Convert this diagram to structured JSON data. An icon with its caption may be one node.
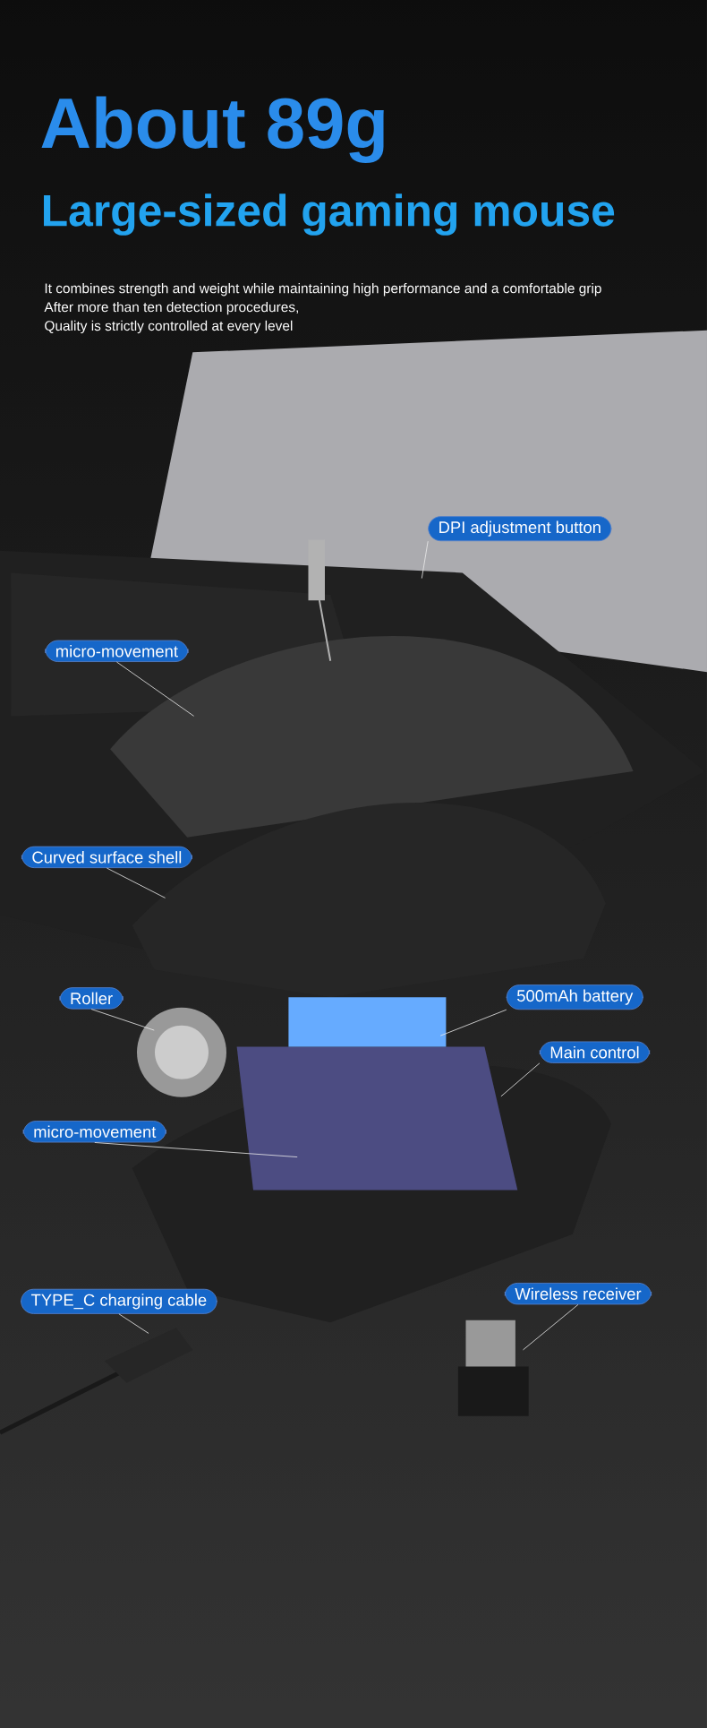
{
  "diagram": {
    "title": "About 89g",
    "nodes": [
      {
        "text": [
          "DPI adjustment button"
        ]
      },
      {
        "text": [
          "micro-movement"
        ]
      },
      {
        "text": [
          "Curved surface shell"
        ]
      },
      {
        "text": [
          "Roller"
        ]
      },
      {
        "text": [
          "500mAh battery"
        ]
      },
      {
        "text": [
          "Main control"
        ]
      },
      {
        "text": [
          "micro-movement"
        ]
      },
      {
        "text": [
          "TYPE_C charging cable"
        ]
      },
      {
        "text": [
          "Wireless receiver"
        ]
      }
    ],
    "edges": [
      {
        "from": 0,
        "to": null,
        "arrow": "none"
      },
      {
        "from": 1,
        "to": null,
        "arrow": "none"
      },
      {
        "from": 2,
        "to": null,
        "arrow": "none"
      },
      {
        "from": 3,
        "to": null,
        "arrow": "none"
      },
      {
        "from": 4,
        "to": null,
        "arrow": "none"
      },
      {
        "from": 5,
        "to": null,
        "arrow": "none"
      },
      {
        "from": 6,
        "to": null,
        "arrow": "none"
      },
      {
        "from": 7,
        "to": null,
        "arrow": "none"
      },
      {
        "from": 8,
        "to": null,
        "arrow": "none"
      }
    ],
    "labels": [
      "Large-sized gaming mouse",
      "It combines strength and weight while maintaining high performance and a comfortable grip",
      "After more than ten detection procedures,",
      "Quality is strictly controlled at every level"
    ]
  }
}
